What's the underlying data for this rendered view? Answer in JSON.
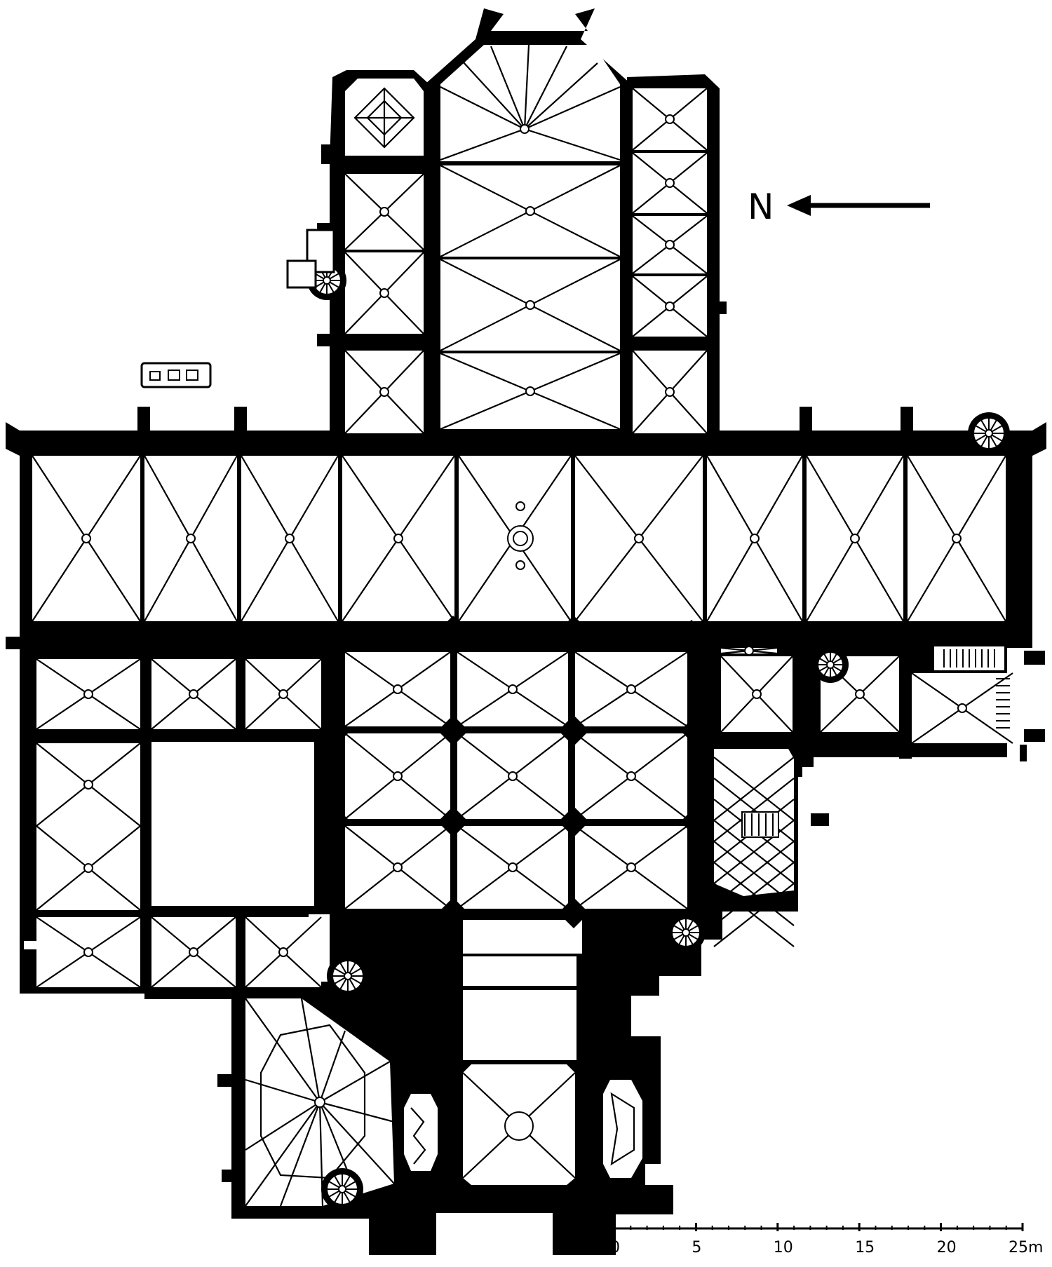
{
  "north_label": "N",
  "scale": {
    "labels": [
      "0",
      "5",
      "10",
      "15",
      "20",
      "25m"
    ],
    "values": [
      0,
      5,
      10,
      15,
      20,
      25
    ]
  }
}
